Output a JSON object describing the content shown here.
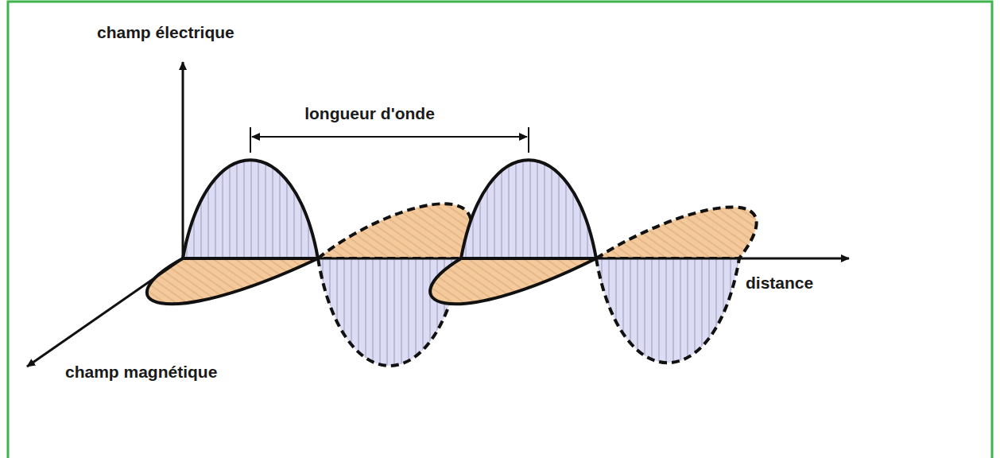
{
  "diagram": {
    "labels": [
      "champ électrique",
      "longueur d'onde",
      "distance",
      "champ magnétique"
    ]
  }
}
